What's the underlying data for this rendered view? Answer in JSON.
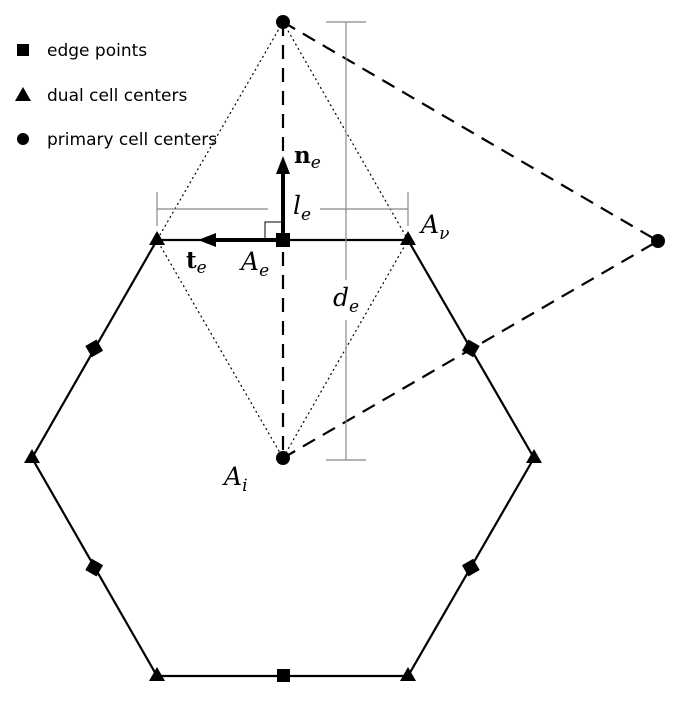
{
  "legend": {
    "edge_points": "edge points",
    "dual_cell_centers": "dual cell centers",
    "primary_cell_centers": "primary cell centers"
  },
  "labels": {
    "n_main": "n",
    "n_sub": "e",
    "t_main": "t",
    "t_sub": "e",
    "l_main": "l",
    "l_sub": "e",
    "d_main": "d",
    "d_sub": "e",
    "Ae_main": "A",
    "Ae_sub": "e",
    "Anu_main": "A",
    "Anu_sub": "ν",
    "Ai_main": "A",
    "Ai_sub": "i"
  },
  "colors": {
    "ink": "#000000",
    "dimension": "#888888"
  }
}
